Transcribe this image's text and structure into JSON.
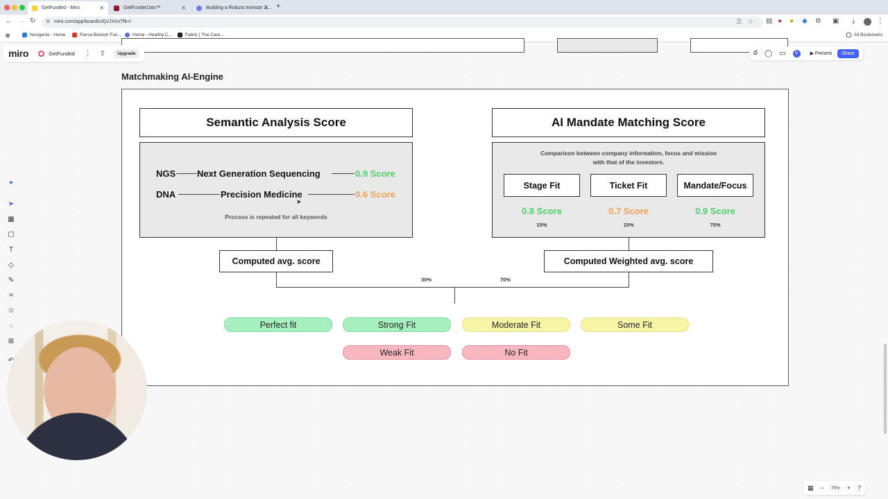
{
  "browser": {
    "tabs": [
      {
        "title": "GetFunded - Miro",
        "active": true
      },
      {
        "title": "GetFunded.bio™",
        "active": false
      },
      {
        "title": "Building a Robust Investor S...",
        "active": false
      }
    ],
    "url": "miro.com/app/board/uXjVJXXxTfk=/",
    "bookmarks": [
      "Novigenix - Home",
      "Fierce Biotech Fun...",
      "Home - Healthy.C...",
      "Fabric | The Care..."
    ],
    "all_bookmarks": "All Bookmarks"
  },
  "miro": {
    "logo": "miro",
    "board_name": "GetFunded",
    "upgrade_label": "Upgrade",
    "avatar_initial": "D",
    "present_label": "Present",
    "share_label": "Share",
    "zoom": "75%"
  },
  "frame": {
    "title": "Matchmaking AI-Engine",
    "semantic": {
      "title": "Semantic Analysis Score",
      "rows": [
        {
          "abbr": "NGS",
          "term": "Next Generation Sequencing",
          "score": "0.9 Score"
        },
        {
          "abbr": "DNA",
          "term": "Precision Medicine",
          "score": "0.6 Score"
        }
      ],
      "note": "Process is repeated for all keywords",
      "avg_label": "Computed avg. score"
    },
    "mandate": {
      "title": "AI Mandate Matching Score",
      "description_line1": "Comparison between company information, focus and mission",
      "description_line2": "with that of the investors.",
      "fits": [
        {
          "label": "Stage Fit",
          "score": "0.8 Score",
          "weight": "15%"
        },
        {
          "label": "Ticket Fit",
          "score": "0.7 Score",
          "weight": "15%"
        },
        {
          "label": "Mandate/Focus",
          "score": "0.9 Score",
          "weight": "70%"
        }
      ],
      "avg_label": "Computed Weighted avg. score"
    },
    "weights": {
      "left": "30%",
      "right": "70%"
    },
    "outcomes": [
      {
        "label": "Perfect fit",
        "color": "green"
      },
      {
        "label": "Strong Fit",
        "color": "green"
      },
      {
        "label": "Moderate Fit",
        "color": "yellow"
      },
      {
        "label": "Some Fit",
        "color": "yellow"
      },
      {
        "label": "Weak Fit",
        "color": "red"
      },
      {
        "label": "No Fit",
        "color": "red"
      }
    ]
  }
}
